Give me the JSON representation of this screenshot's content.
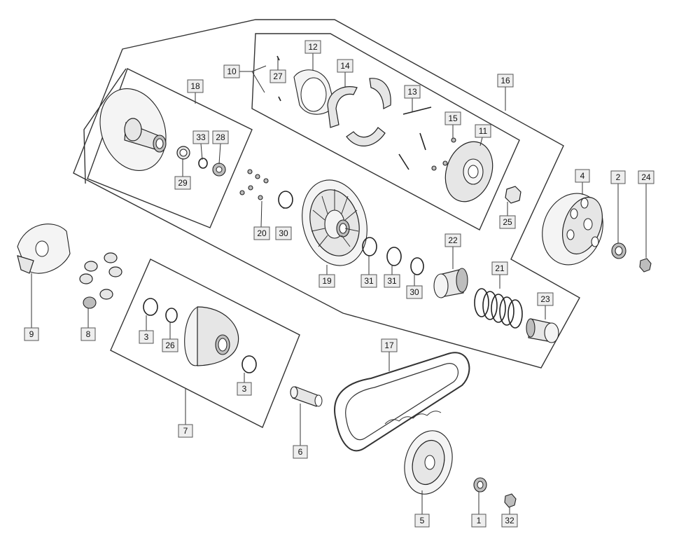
{
  "callouts": [
    {
      "id": "p1",
      "label": "1"
    },
    {
      "id": "p2",
      "label": "2"
    },
    {
      "id": "p3a",
      "label": "3"
    },
    {
      "id": "p3b",
      "label": "3"
    },
    {
      "id": "p4",
      "label": "4"
    },
    {
      "id": "p5",
      "label": "5"
    },
    {
      "id": "p6",
      "label": "6"
    },
    {
      "id": "p7",
      "label": "7"
    },
    {
      "id": "p8",
      "label": "8"
    },
    {
      "id": "p9",
      "label": "9"
    },
    {
      "id": "p10",
      "label": "10"
    },
    {
      "id": "p11",
      "label": "11"
    },
    {
      "id": "p12",
      "label": "12"
    },
    {
      "id": "p13",
      "label": "13"
    },
    {
      "id": "p14",
      "label": "14"
    },
    {
      "id": "p15",
      "label": "15"
    },
    {
      "id": "p16",
      "label": "16"
    },
    {
      "id": "p17",
      "label": "17"
    },
    {
      "id": "p18",
      "label": "18"
    },
    {
      "id": "p19",
      "label": "19"
    },
    {
      "id": "p20",
      "label": "20"
    },
    {
      "id": "p21",
      "label": "21"
    },
    {
      "id": "p22",
      "label": "22"
    },
    {
      "id": "p23",
      "label": "23"
    },
    {
      "id": "p24",
      "label": "24"
    },
    {
      "id": "p25",
      "label": "25"
    },
    {
      "id": "p26",
      "label": "26"
    },
    {
      "id": "p27",
      "label": "27"
    },
    {
      "id": "p28",
      "label": "28"
    },
    {
      "id": "p29",
      "label": "29"
    },
    {
      "id": "p30a",
      "label": "30"
    },
    {
      "id": "p30b",
      "label": "30"
    },
    {
      "id": "p31a",
      "label": "31"
    },
    {
      "id": "p31b",
      "label": "31"
    },
    {
      "id": "p32",
      "label": "32"
    },
    {
      "id": "p33",
      "label": "33"
    }
  ]
}
